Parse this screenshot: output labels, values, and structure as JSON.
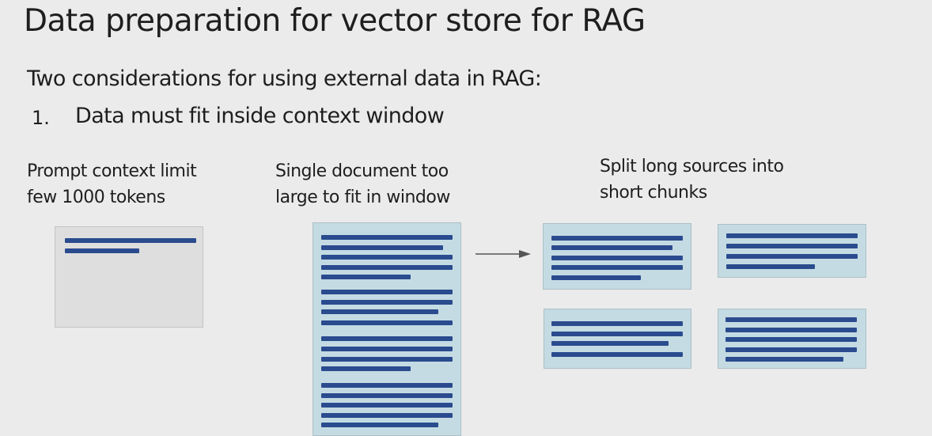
{
  "slide": {
    "title": "Data preparation for vector store for RAG",
    "subtitle": "Two considerations for using external data in RAG:",
    "list": [
      {
        "number": "1.",
        "text": "Data must fit inside context window"
      }
    ]
  },
  "diagram": {
    "captions": {
      "prompt_limit": [
        "Prompt context limit",
        "few 1000 tokens"
      ],
      "single_document": [
        "Single document too",
        "large to fit in window"
      ],
      "split": [
        "Split long sources into",
        "short chunks"
      ]
    },
    "elements": [
      "context-window-box",
      "large-document",
      "split-arrow",
      "chunk-1",
      "chunk-2",
      "chunk-3",
      "chunk-4"
    ],
    "colors": {
      "background": "#ebebeb",
      "context_box": "#dedede",
      "document_fill": "#c4dbe3",
      "text_line": "#2a4b8e",
      "arrow": "#555555"
    }
  }
}
